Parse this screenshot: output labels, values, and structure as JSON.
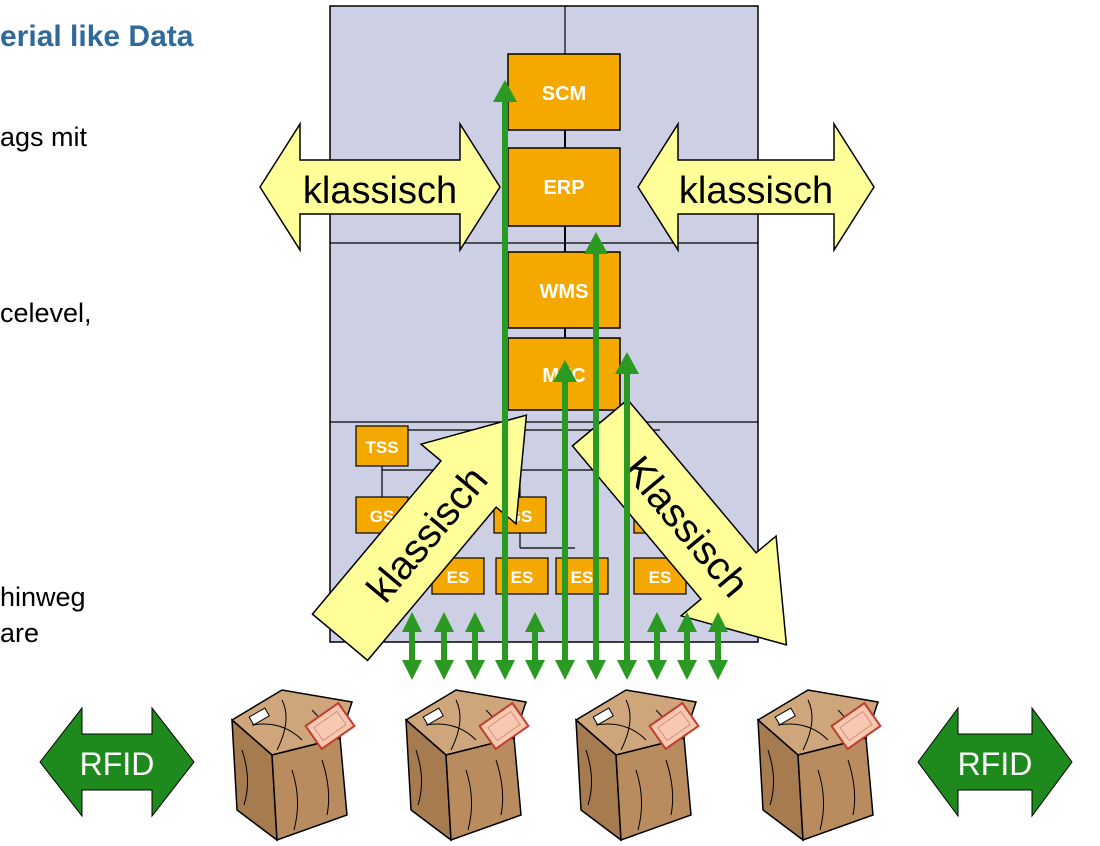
{
  "heading": "erial like Data",
  "left_text": [
    "ags mit",
    "celevel,",
    "hinweg",
    "are"
  ],
  "boxes": {
    "scm": "SCM",
    "erp": "ERP",
    "wms": "WMS",
    "mfc": "MFC",
    "tss": "TSS",
    "gs": "GS",
    "es": "ES"
  },
  "arrows": {
    "klassisch": "klassisch",
    "klassisch_capital": "Klassisch",
    "rfid": "RFID"
  },
  "colors": {
    "box_fill": "#f5a800",
    "panel": "#cdd0e4",
    "yellow_arrow": "#ffff99",
    "green_arrow": "#2a9a22",
    "rfid_arrow": "#1e8a1e",
    "heading": "#2f6a9a"
  },
  "icons": [
    "rfid-package-icon"
  ]
}
